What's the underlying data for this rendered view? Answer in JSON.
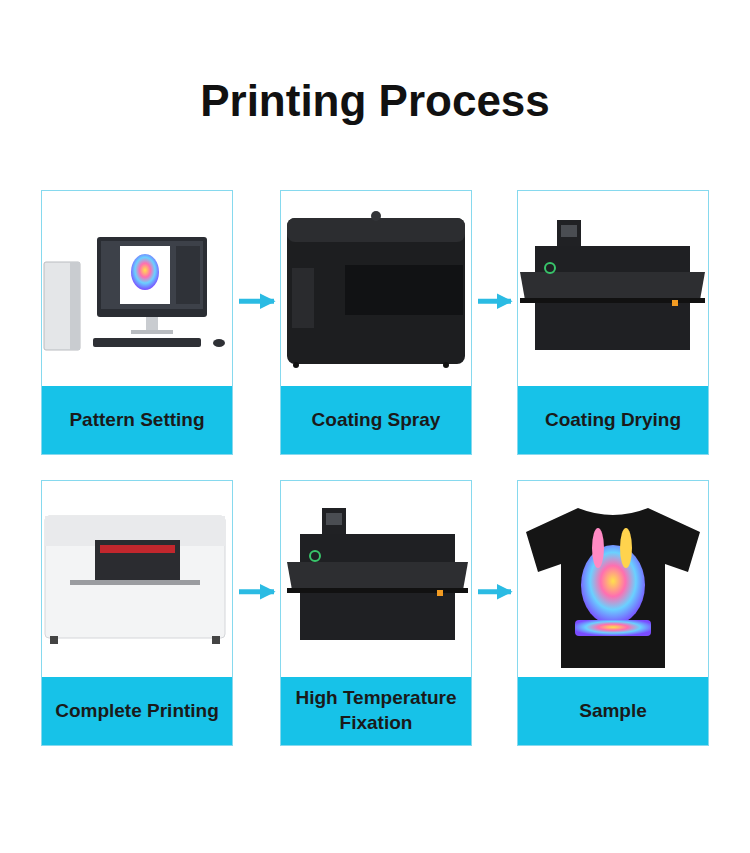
{
  "diagram": {
    "title": "Printing Process",
    "nodes": [
      {
        "text": [
          "Pattern Setting"
        ]
      },
      {
        "text": [
          "Coating Spray"
        ]
      },
      {
        "text": [
          "Coating Drying"
        ]
      },
      {
        "text": [
          "Complete Printing"
        ]
      },
      {
        "text": [
          "High Temperature Fixation"
        ]
      },
      {
        "text": [
          "Sample"
        ]
      }
    ],
    "edges": [
      {
        "from": 0,
        "to": 1,
        "arrow": "to"
      },
      {
        "from": 1,
        "to": 2,
        "arrow": "to"
      },
      {
        "from": 3,
        "to": 4,
        "arrow": "to"
      },
      {
        "from": 4,
        "to": 5,
        "arrow": "to"
      }
    ]
  }
}
